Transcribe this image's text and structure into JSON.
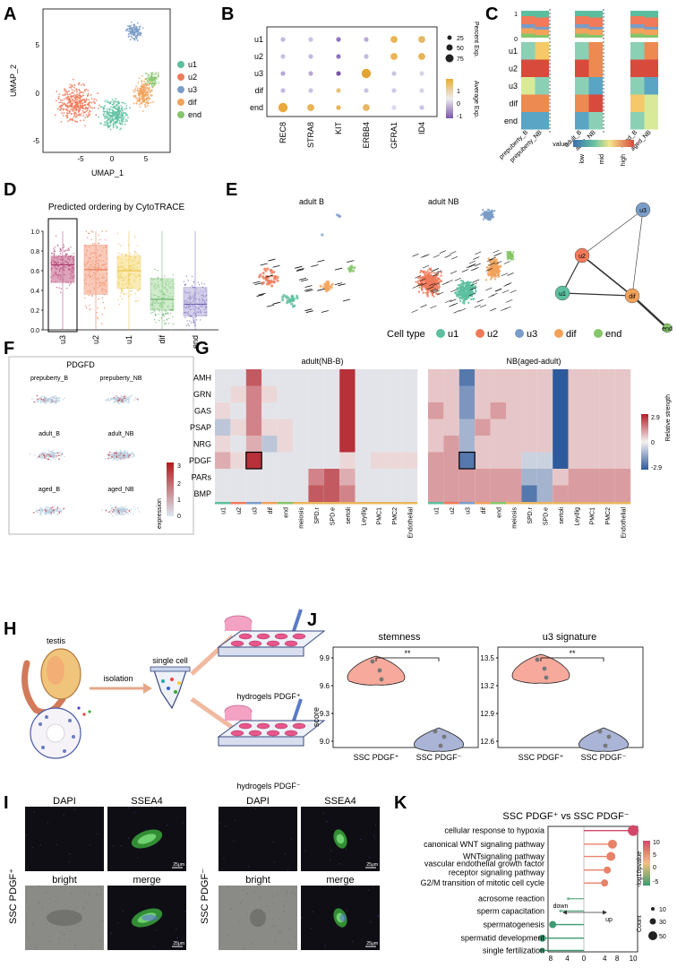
{
  "panels": {
    "A": {
      "letter": "A",
      "xlabel": "UMAP_1",
      "ylabel": "UMAP_2",
      "xticks": [
        "-5",
        "0",
        "5"
      ],
      "yticks": [
        "5",
        "0",
        "-5"
      ],
      "legend": [
        {
          "label": "u1",
          "color": "#5bbf9f"
        },
        {
          "label": "u2",
          "color": "#f07a5a"
        },
        {
          "label": "u3",
          "color": "#7a9cc8"
        },
        {
          "label": "dif",
          "color": "#f2a25a"
        },
        {
          "label": "end",
          "color": "#86c56a"
        }
      ]
    },
    "B": {
      "letter": "B",
      "rows": [
        "u1",
        "u2",
        "u3",
        "dif",
        "end"
      ],
      "genes": [
        "REC8",
        "STRA8",
        "KIT",
        "ERBB4",
        "GFRA1",
        "ID4"
      ],
      "size_legend_title": "Percent Exp.",
      "size_legend": [
        "25",
        "50",
        "75"
      ],
      "color_legend_title": "Average Exp.",
      "color_legend_ticks": [
        "1",
        "0",
        "-1"
      ]
    },
    "C": {
      "letter": "C",
      "rows": [
        "u1",
        "u2",
        "u3",
        "dif",
        "end"
      ],
      "cols": [
        "prepuberty_B",
        "prepuberty_NB",
        "adult_B",
        "adult_NB",
        "aged_B",
        "aged_NB"
      ],
      "top_ticks": [
        "1",
        "0"
      ],
      "legend_title": "value",
      "legend_ticks": [
        "low",
        "mid",
        "high"
      ]
    },
    "D": {
      "letter": "D",
      "title": "Predicted ordering by CytoTRACE",
      "categories": [
        "u3",
        "u2",
        "u1",
        "dif",
        "end"
      ],
      "yticks": [
        "1.0",
        "0.8",
        "0.6",
        "0.4",
        "0.2",
        "0.0"
      ]
    },
    "E": {
      "letter": "E",
      "label_b": "adult B",
      "label_nb": "adult NB",
      "nodes": [
        "u3",
        "u2",
        "u1",
        "dif",
        "end"
      ]
    },
    "F": {
      "letter": "F",
      "title": "PDGFD",
      "samples": [
        "prepuberty_B",
        "prepuberty_NB",
        "adult_B",
        "adult_NB",
        "aged_B",
        "aged_NB"
      ],
      "legend_title": "expression",
      "legend_ticks": [
        "3",
        "2",
        "1",
        "0"
      ]
    },
    "G": {
      "letter": "G",
      "celltype_title": "Cell type",
      "celltype_legend": [
        "u1",
        "u2",
        "u3",
        "dif",
        "end"
      ],
      "left_title": "adult(NB-B)",
      "right_title": "NB(aged-adult)",
      "rows": [
        "AMH",
        "GRN",
        "GAS",
        "PSAP",
        "NRG",
        "PDGF",
        "PARs",
        "BMP"
      ],
      "cols": [
        "u1",
        "u2",
        "u3",
        "dif",
        "end",
        "meiosis",
        "SPD.r",
        "SPD.e",
        "sertoli",
        "Leydig",
        "PMC1",
        "PMC2",
        "Endothelial"
      ],
      "legend_title": "Relative strength",
      "legend_ticks": [
        "2.9",
        "0",
        "-2.9"
      ]
    },
    "H": {
      "letter": "H",
      "testis": "testis",
      "isolation": "isolation",
      "single_cell": "single cell",
      "hydrogel_pos": "hydrogels PDGF⁺",
      "hydrogel_neg": "hydrogels PDGF⁻"
    },
    "I": {
      "letter": "I",
      "channels": [
        "DAPI",
        "SSEA4",
        "bright",
        "merge"
      ],
      "row_label_pos": "SSC PDGF⁺",
      "row_label_neg": "SSC PDGF⁻",
      "scale": "25μm"
    },
    "J": {
      "letter": "J",
      "ylabel": "score",
      "left_title": "stemness",
      "right_title": "u3 signature",
      "left_yticks": [
        "9.9",
        "9.6",
        "9.3",
        "9.0"
      ],
      "right_yticks": [
        "13.5",
        "13.2",
        "12.9",
        "12.6"
      ],
      "groups": [
        "SSC PDGF⁺",
        "SSC PDGF⁻"
      ],
      "sig": "**"
    },
    "K": {
      "letter": "K",
      "title": "SSC PDGF⁺ vs SSC PDGF⁻",
      "terms": [
        "cellular response to hypoxia",
        "canonical WNT signaling pathway",
        "WNTsignaling pathway",
        "vascular endothelial growth factor",
        "receptor signaling pathway",
        "G2/M transition of mitotic cell cycle",
        "acrosome reaction",
        "sperm capacitation",
        "spermatogenesis",
        "spermatid development",
        "single fertilization"
      ],
      "xticks": [
        "8",
        "4",
        "0",
        "4",
        "8",
        "10"
      ],
      "down": "down",
      "up": "up",
      "legend_title": "-log10pvalue",
      "legend_ticks": [
        "10",
        "5",
        "0",
        "-5"
      ],
      "count_title": "Count",
      "count_ticks": [
        "10",
        "30",
        "50"
      ]
    }
  }
}
